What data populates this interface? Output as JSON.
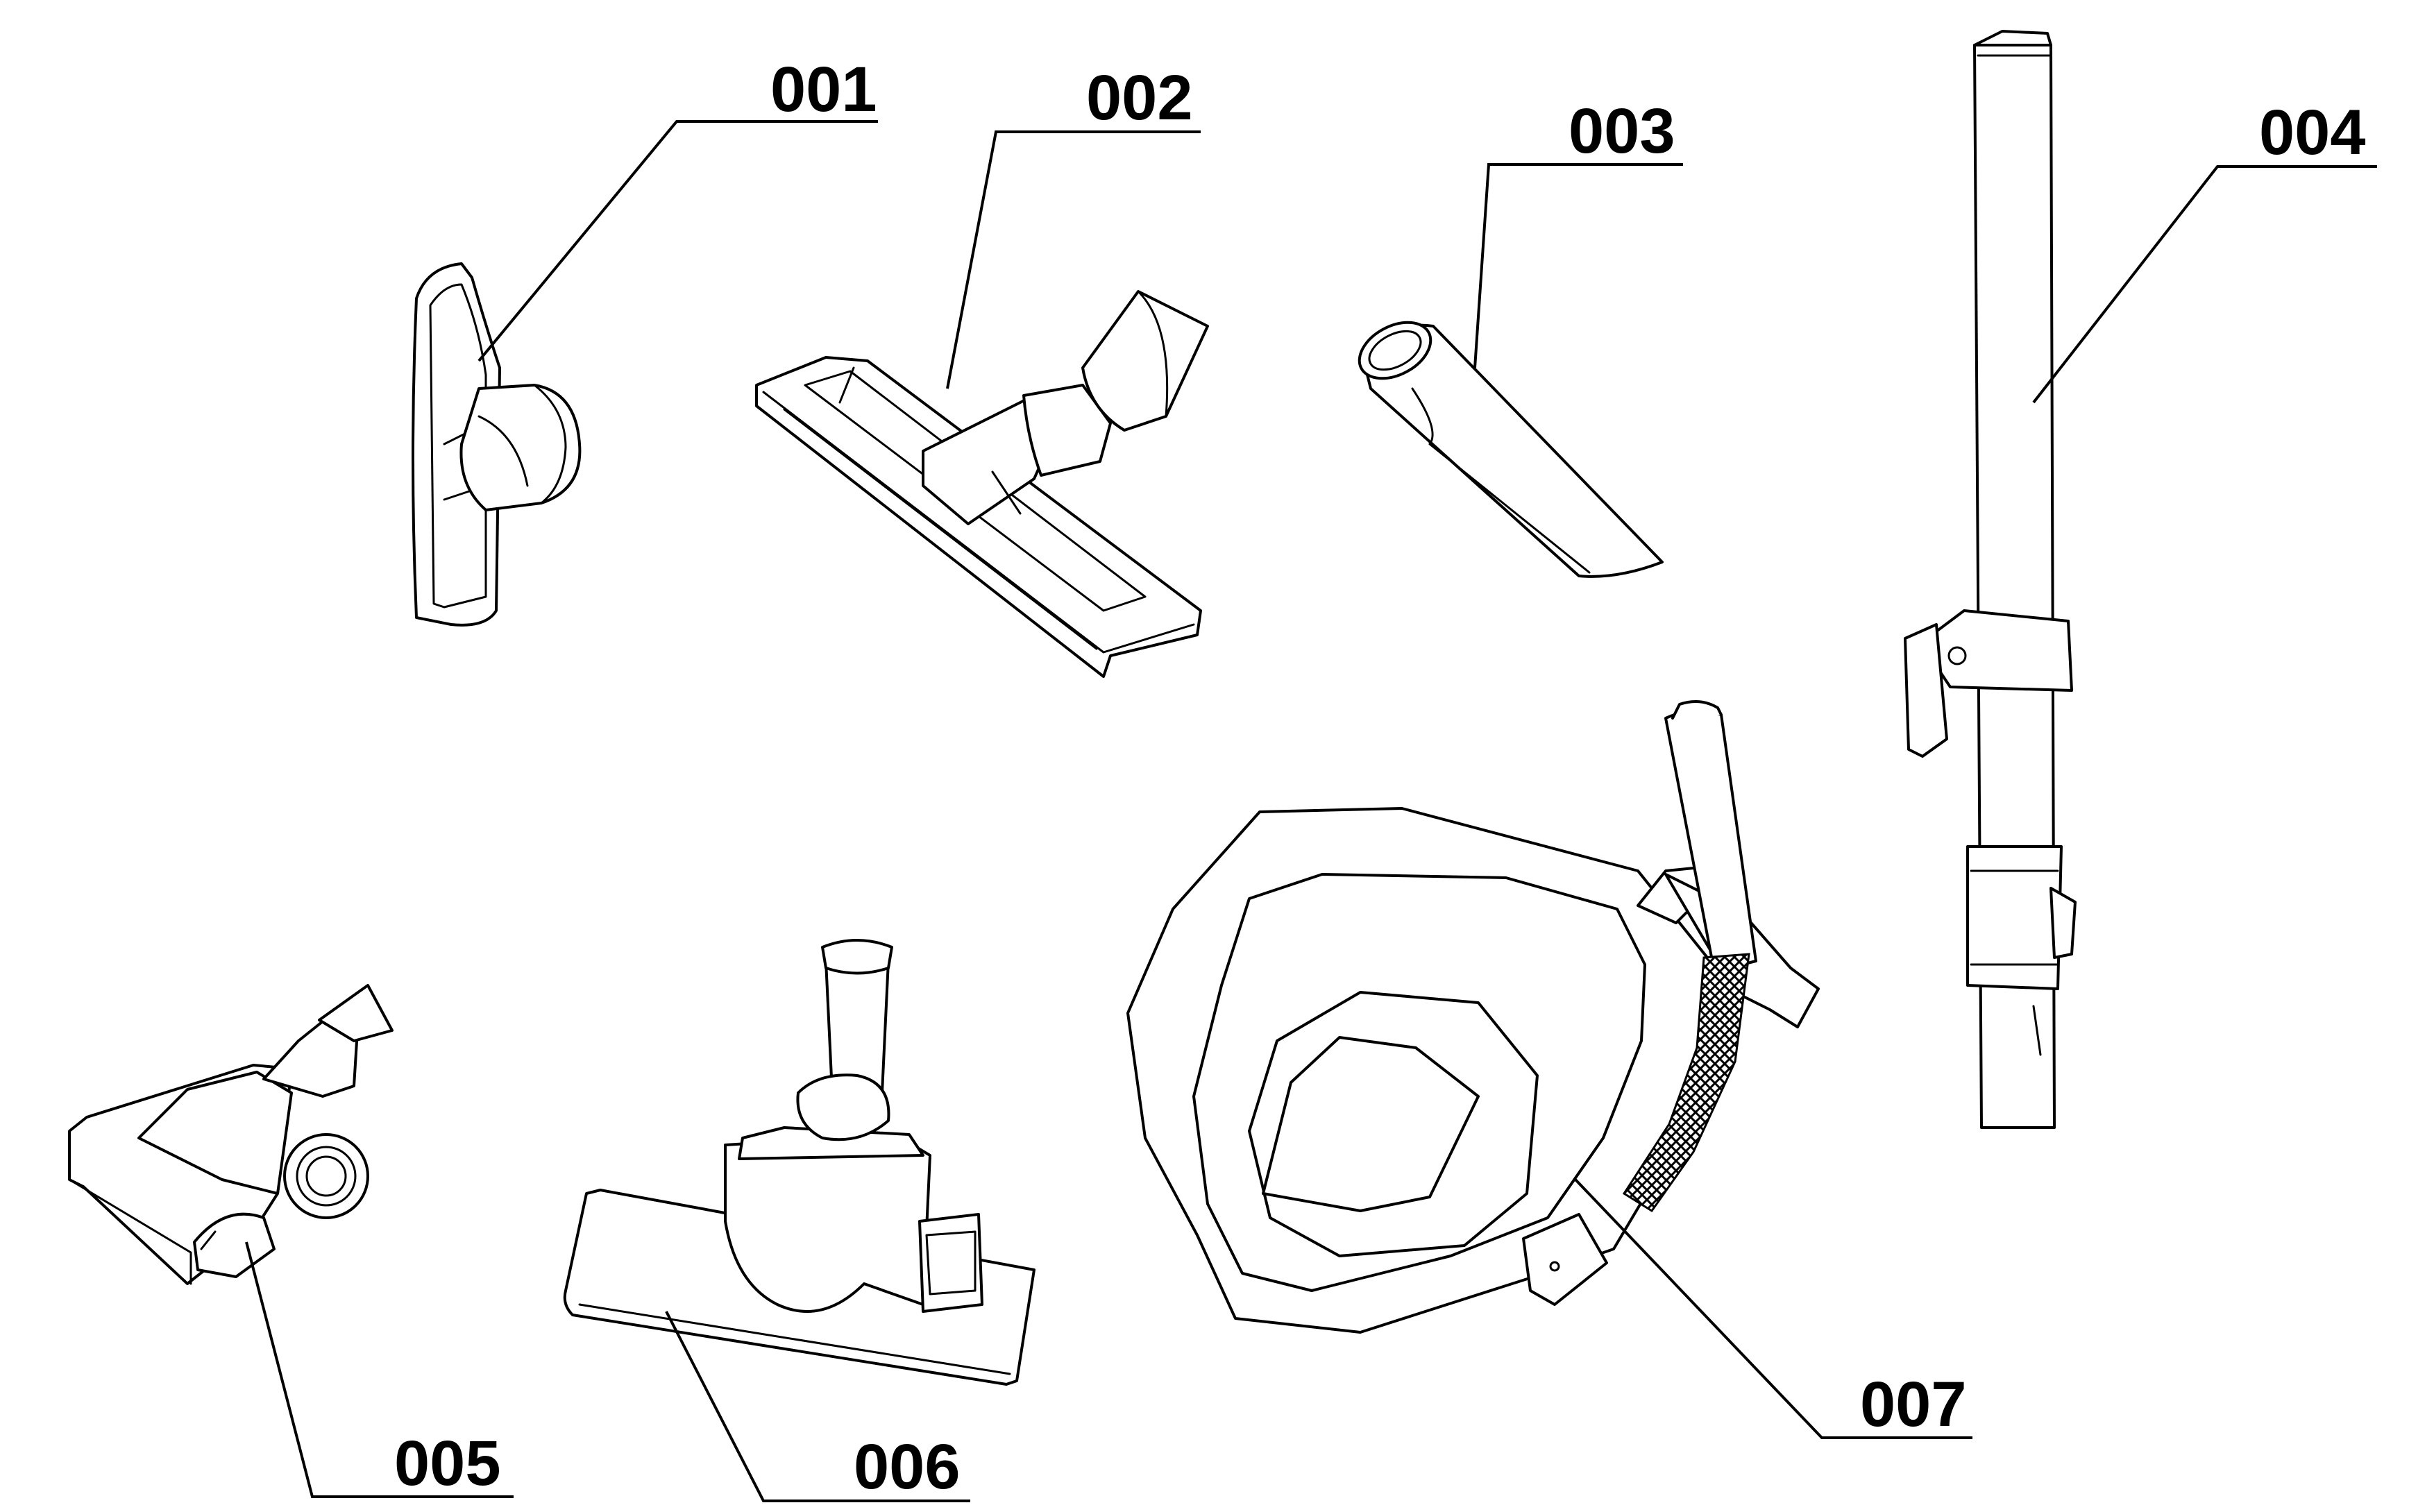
{
  "parts": [
    {
      "id": "001",
      "label": "001"
    },
    {
      "id": "002",
      "label": "002"
    },
    {
      "id": "003",
      "label": "003"
    },
    {
      "id": "004",
      "label": "004"
    },
    {
      "id": "005",
      "label": "005"
    },
    {
      "id": "006",
      "label": "006"
    },
    {
      "id": "007",
      "label": "007"
    }
  ]
}
